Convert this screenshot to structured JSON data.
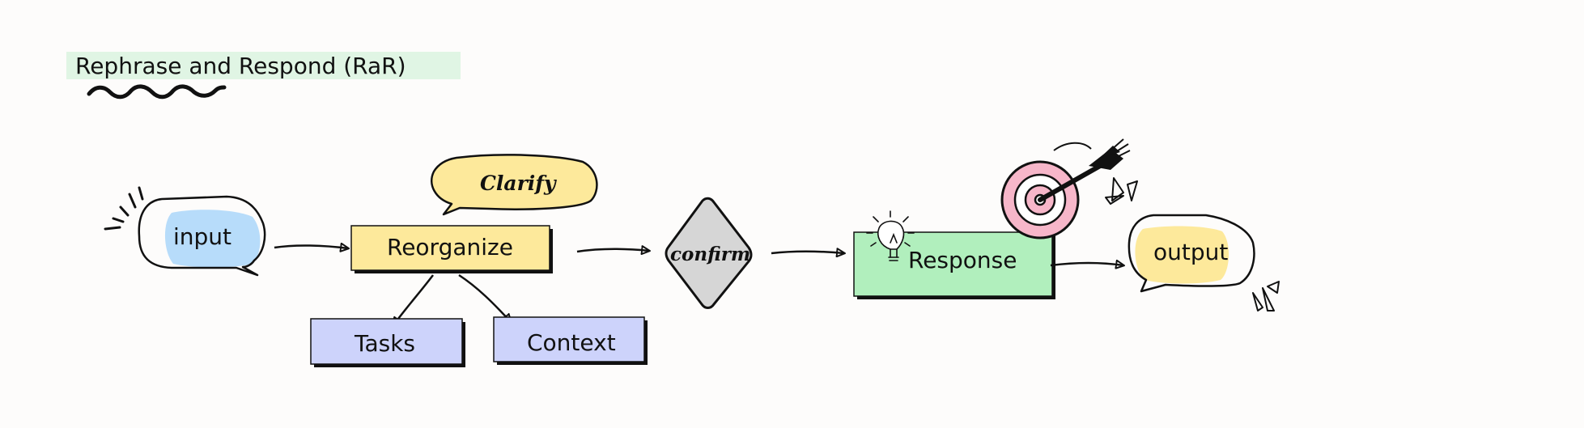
{
  "title": "Rephrase and Respond (RaR)",
  "nodes": {
    "input": "input",
    "reorganize": "Reorganize",
    "clarify": "Clarify",
    "tasks": "Tasks",
    "context": "Context",
    "confirm": "confirm",
    "response": "Response",
    "output": "output"
  },
  "colors": {
    "background": "#fdfcfb",
    "title_highlight": "#e0f5e4",
    "input_fill": "#b7dcfa",
    "reorganize_fill": "#fde99b",
    "clarify_fill": "#fde99b",
    "subtask_fill": "#cdd3fb",
    "confirm_fill": "#d6d6d6",
    "response_fill": "#b1efbd",
    "output_fill": "#fde99b",
    "target_ring": "#f6b6c9",
    "stroke": "#111111"
  },
  "icons": [
    "squiggle-underline",
    "burst-marks",
    "lightbulb-icon",
    "target-dart-icon",
    "sparkle-marks"
  ]
}
